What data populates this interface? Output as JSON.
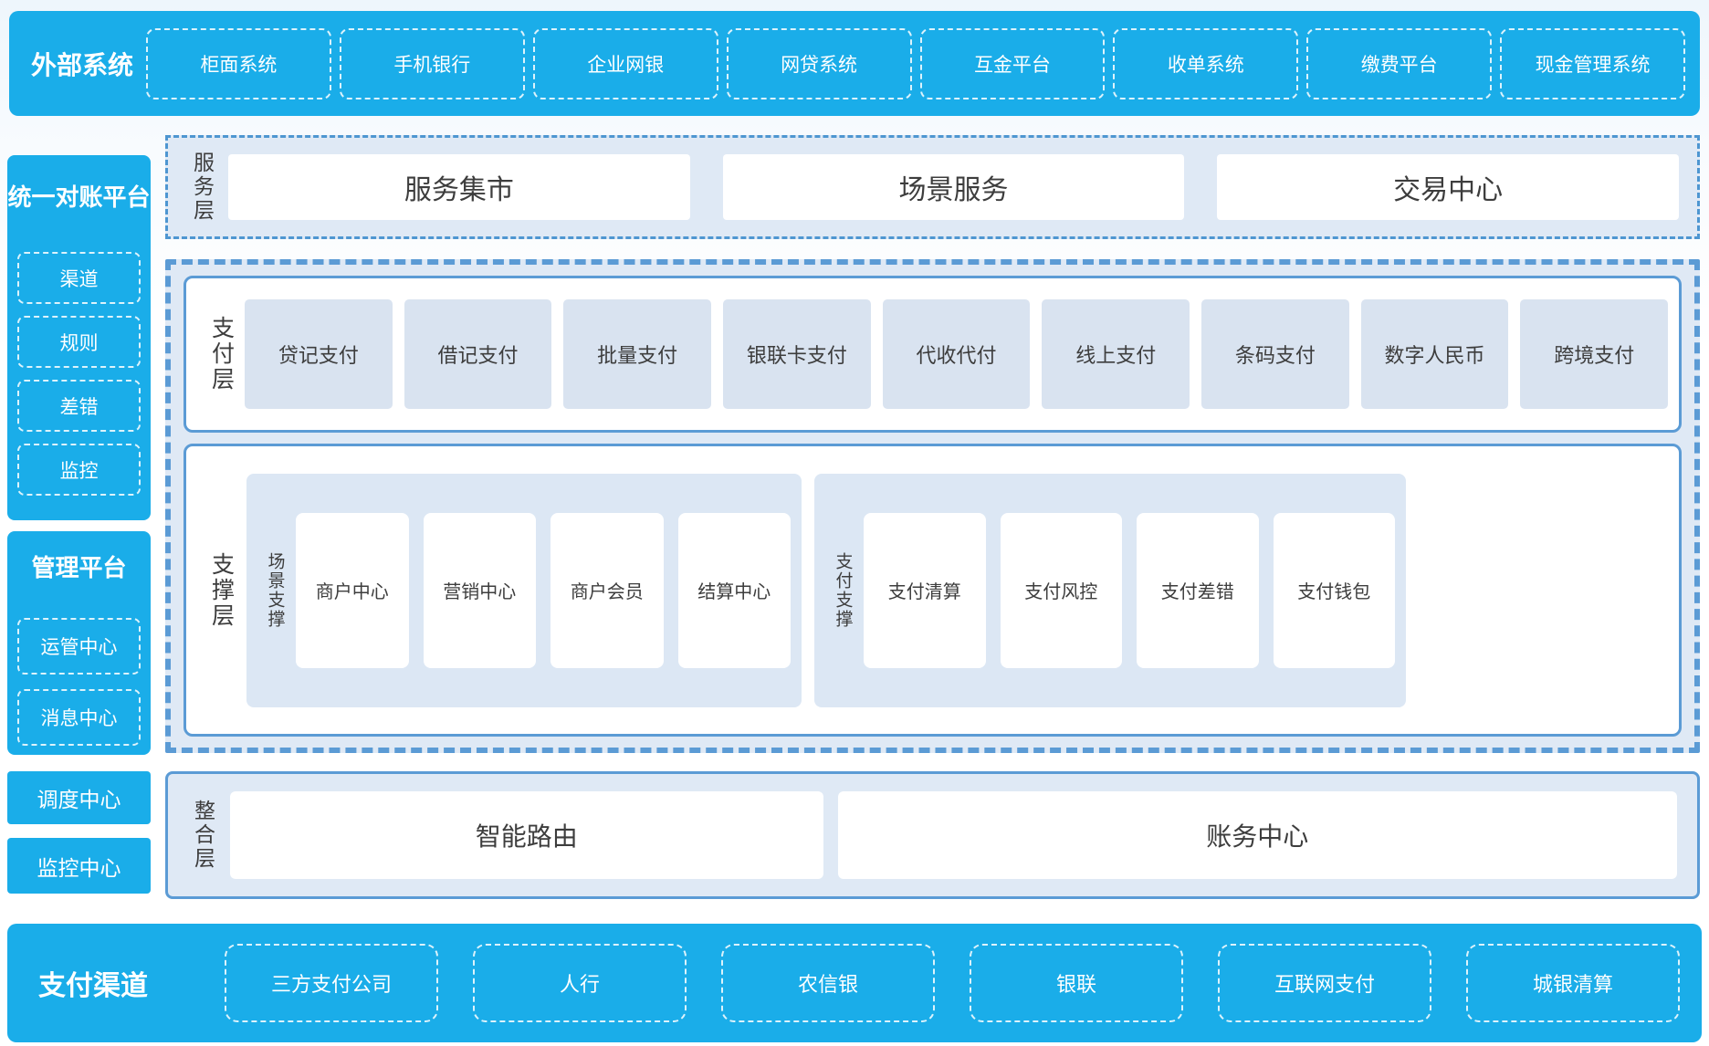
{
  "colors": {
    "accent_cyan": "#1aade9",
    "panel_light_blue": "#dfe9f5",
    "item_blue_gray": "#d9e3f0",
    "border_blue": "#5b9bd5",
    "text_dark": "#3d3d3d",
    "text_white": "#ffffff"
  },
  "external_systems": {
    "title": "外部系统",
    "items": [
      "柜面系统",
      "手机银行",
      "企业网银",
      "网贷系统",
      "互金平台",
      "收单系统",
      "缴费平台",
      "现金管理系统"
    ]
  },
  "left_column": {
    "reconciliation": {
      "title": "统一对账平台",
      "items": [
        "渠道",
        "规则",
        "差错",
        "监控"
      ]
    },
    "management": {
      "title": "管理平台",
      "items": [
        "运管中心",
        "消息中心"
      ]
    },
    "dispatch_center": "调度中心",
    "monitor_center": "监控中心"
  },
  "service_layer": {
    "label": "服务层",
    "items": [
      "服务集市",
      "场景服务",
      "交易中心"
    ]
  },
  "payment_layer": {
    "label": "支付层",
    "items": [
      "贷记支付",
      "借记支付",
      "批量支付",
      "银联卡支付",
      "代收代付",
      "线上支付",
      "条码支付",
      "数字人民币",
      "跨境支付"
    ]
  },
  "support_layer": {
    "label": "支撑层",
    "groups": [
      {
        "label": "场景支撑",
        "items": [
          "商户中心",
          "营销中心",
          "商户会员",
          "结算中心"
        ]
      },
      {
        "label": "支付支撑",
        "items": [
          "支付清算",
          "支付风控",
          "支付差错",
          "支付钱包"
        ]
      }
    ]
  },
  "integration_layer": {
    "label": "整合层",
    "items": [
      "智能路由",
      "账务中心"
    ]
  },
  "payment_channels": {
    "title": "支付渠道",
    "items": [
      "三方支付公司",
      "人行",
      "农信银",
      "银联",
      "互联网支付",
      "城银清算"
    ]
  }
}
